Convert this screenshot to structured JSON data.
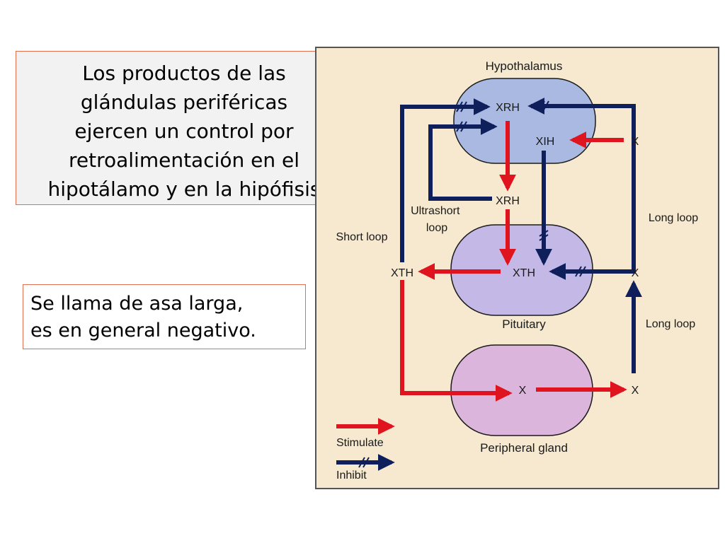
{
  "callouts": {
    "top_lines": [
      "Los productos de las",
      "glándulas periféricas",
      "ejercen un control por",
      "retroalimentación en el",
      "hipotálamo y en la hipófisis"
    ],
    "bottom_lines": [
      "Se llama de asa larga,",
      "es en general negativo."
    ]
  },
  "diagram": {
    "organs": {
      "hypothalamus": "Hypothalamus",
      "pituitary": "Pituitary",
      "peripheral_gland": "Peripheral gland"
    },
    "hormones": {
      "xrh_top": "XRH",
      "xih": "XIH",
      "xrh_mid": "XRH",
      "xth_inner": "XTH",
      "xth_outer": "XTH",
      "x_gland": "X",
      "x_right_top": "X",
      "x_right_mid": "X",
      "x_right_bottom": "X"
    },
    "loops": {
      "ultrashort": [
        "Ultrashort",
        "loop"
      ],
      "short": "Short loop",
      "long_top": "Long loop",
      "long_bottom": "Long loop"
    },
    "legend": {
      "stimulate": "Stimulate",
      "inhibit": "Inhibit"
    },
    "colors": {
      "background": "#f6e9cf",
      "stimulate": "#e0141e",
      "inhibit": "#0f1f5c",
      "hypothalamus_fill": "#a9b9e2",
      "pituitary_fill": "#c3b8e6",
      "gland_fill": "#dbb5dc"
    }
  }
}
